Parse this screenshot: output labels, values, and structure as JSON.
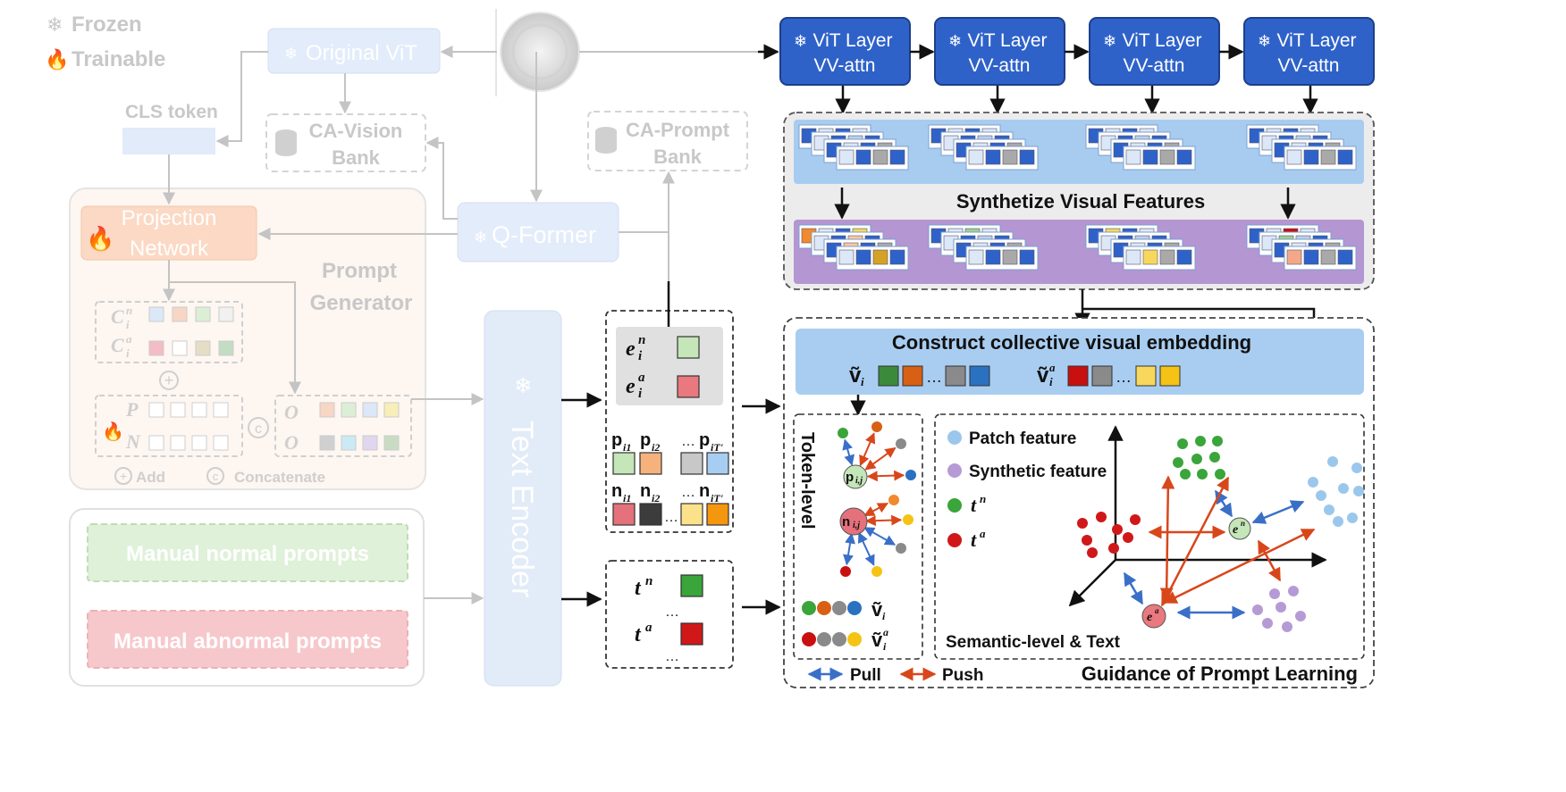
{
  "legend": {
    "frozen": "Frozen",
    "trainable": "Trainable"
  },
  "left": {
    "original_vit": "Original ViT",
    "cls_token": "CLS token",
    "ca_vision_bank": [
      "CA-Vision",
      "Bank"
    ],
    "ca_prompt_bank": [
      "CA-Prompt",
      "Bank"
    ],
    "q_former": "Q-Former",
    "projection_network": [
      "Projection",
      "Network"
    ],
    "prompt_generator": [
      "Prompt",
      "Generator"
    ],
    "c_normal": "C",
    "c_abnormal": "C",
    "p_label": "P",
    "n_label": "N",
    "o_label": "O",
    "add_symbol": "+",
    "concat_symbol": "c",
    "add_text": "Add",
    "concat_text": "Concatenate",
    "manual_normal": "Manual normal prompts",
    "manual_abnormal": "Manual abnormal prompts",
    "text_encoder": "Text Encoder"
  },
  "vit_layers": [
    {
      "line1": "ViT Layer",
      "line2": "VV-attn"
    },
    {
      "line1": "ViT Layer",
      "line2": "VV-attn"
    },
    {
      "line1": "ViT Layer",
      "line2": "VV-attn"
    },
    {
      "line1": "ViT Layer",
      "line2": "VV-attn"
    }
  ],
  "synthesize_label": "Synthetize Visual Features",
  "collective": {
    "title": "Construct collective visual embedding",
    "v_label": "ṽ",
    "va_label": "ṽ",
    "dots": "…"
  },
  "middle": {
    "e_label": "e",
    "p_label": "p",
    "n_label": "n",
    "t_label": "t",
    "dots": "…"
  },
  "token_level": {
    "title": "Token-level",
    "p_center": "p",
    "n_center": "n",
    "v_label": "ṽ",
    "va_label": "ṽ"
  },
  "semantic": {
    "patch_feature": "Patch feature",
    "synthetic_feature": "Synthetic feature",
    "tn": "t",
    "ta": "t",
    "en": "e",
    "ea": "e",
    "title": "Semantic-level & Text"
  },
  "bottom": {
    "pull": "Pull",
    "push": "Push",
    "guidance": "Guidance of Prompt Learning"
  },
  "colors": {
    "vit_blue": "#2f62c9",
    "feature_band": "#a8ccf0",
    "synth_band": "#b496d2",
    "collective_band": "#a9cdf1",
    "pull": "#3a6fc8",
    "push": "#d8471a",
    "green": "#3aa53a",
    "red": "#d01818",
    "patch": "#9cc7ec",
    "synthetic": "#b69ad6"
  }
}
